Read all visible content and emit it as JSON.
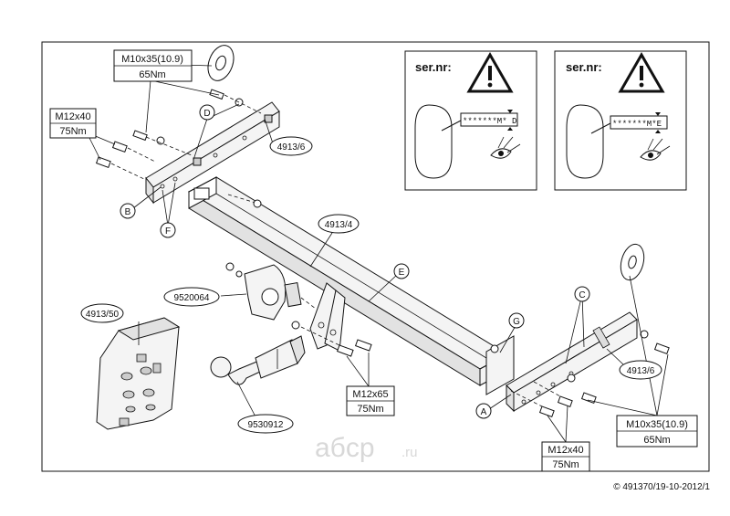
{
  "labels": {
    "bolt_top_left": [
      "M10x35(10.9)",
      "65Nm"
    ],
    "bolt_left": [
      "M12x40",
      "75Nm"
    ],
    "bolt_mid": [
      "M12x65",
      "75Nm"
    ],
    "bolt_bottom_right": [
      "M12x40",
      "75Nm"
    ],
    "bolt_right": [
      "M10x35(10.9)",
      "65Nm"
    ],
    "part_bracket_left": "4913/6",
    "part_bracket_right": "4913/6",
    "part_crossbar": "4913/4",
    "part_kit": "4913/50",
    "part_socket_plate": "9520064",
    "part_towball": "9530912",
    "letter_A": "A",
    "letter_B": "B",
    "letter_C": "C",
    "letter_D": "D",
    "letter_E": "E",
    "letter_F": "F",
    "letter_G": "G"
  },
  "warning_panels": [
    {
      "title": "ser.nr:",
      "code": "*******M* D"
    },
    {
      "title": "ser.nr:",
      "code": "*******M*E"
    }
  ],
  "watermark": {
    "text": "aбcp",
    "suffix": ".ru"
  },
  "footer": {
    "copyright": "© 491370/19-10-2012/1"
  }
}
